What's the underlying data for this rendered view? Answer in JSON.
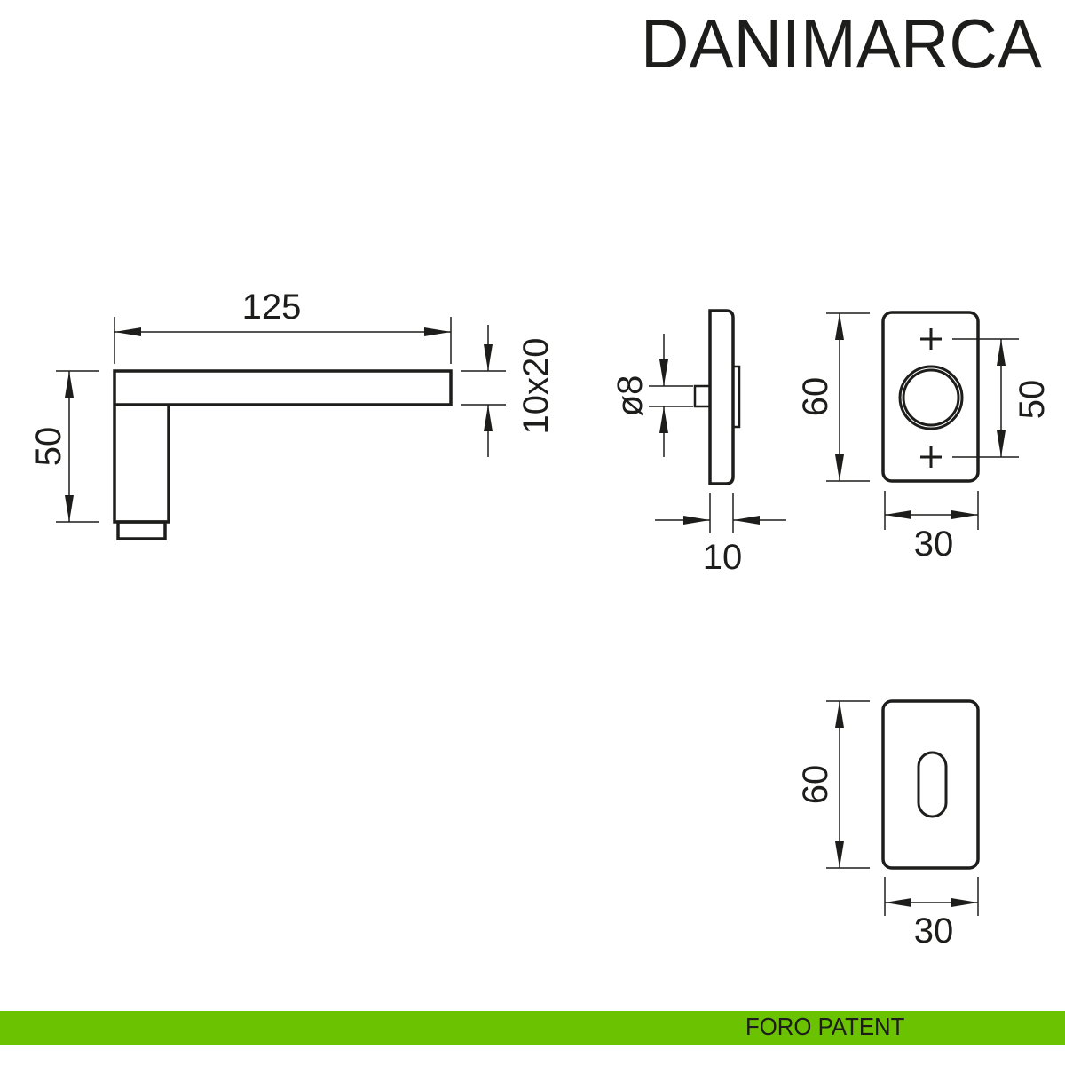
{
  "title": "DANIMARCA",
  "footer": {
    "label": "FORO PATENT",
    "color": "#6bc200"
  },
  "handle": {
    "length": "125",
    "height": "50",
    "section": "10x20"
  },
  "rosette_side": {
    "spindle": "ø8",
    "thickness": "10"
  },
  "rosette_front": {
    "height": "60",
    "hole_spacing": "50",
    "width": "30"
  },
  "keyhole_plate": {
    "height": "60",
    "width": "30"
  }
}
